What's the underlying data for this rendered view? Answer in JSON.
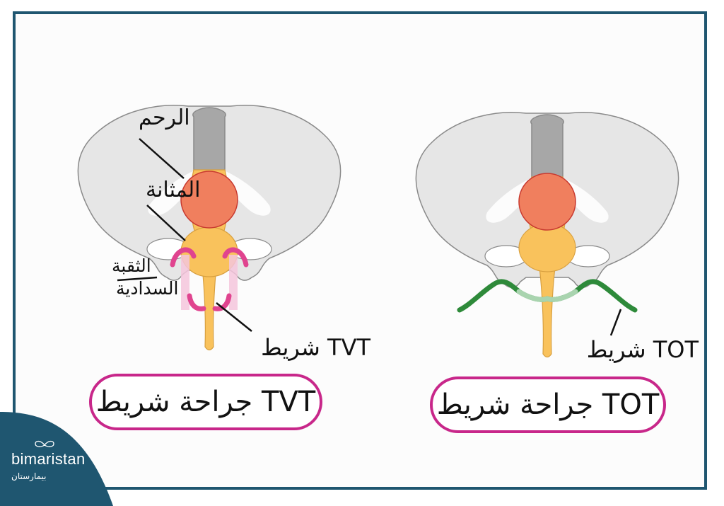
{
  "left_panel": {
    "labels": {
      "uterus": "الرحم",
      "bladder": "المثانة",
      "obturator_line1": "الثقبة",
      "obturator_line2": "السدادية",
      "tape": "شريط TVT"
    },
    "caption": "جراحة شريط TVT"
  },
  "right_panel": {
    "labels": {
      "tape": "شريط TOT"
    },
    "caption": "جراحة شريط TOT"
  },
  "logo": {
    "brand": "bimaristan",
    "brand_ar": "بيمارستان"
  },
  "colors": {
    "frame": "#1f5670",
    "pill_border": "#c8278a",
    "tvt_tape": "#e0448f",
    "tot_tape": "#2e8a3a",
    "uterus": "#f07f5e",
    "bladder": "#f9c25c",
    "pelvis": "#e6e6e6"
  }
}
